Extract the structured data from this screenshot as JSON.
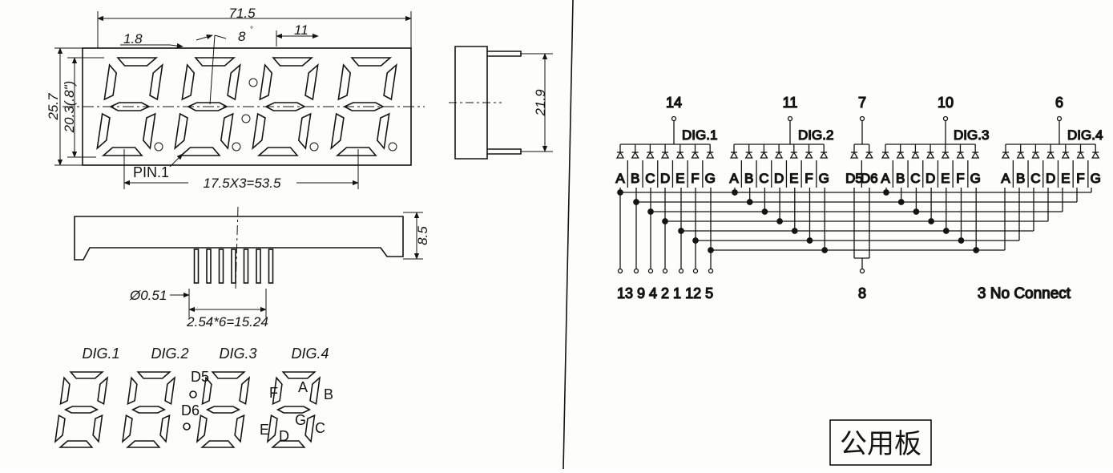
{
  "mech": {
    "total_width": "71.5",
    "seg_width": "1.8",
    "slant": "8",
    "digit_pitch": "11",
    "height_total": "25.7",
    "height_digit": "20.3(.8\")",
    "pin1": "PIN.1",
    "pitch_total": "17.5X3=53.5",
    "side_height": "21.9",
    "body_height": "8.5",
    "pin_dia": "Ø0.51",
    "pin_pitch": "2.54*6=15.24"
  },
  "legend": {
    "digits": [
      "DIG.1",
      "DIG.2",
      "DIG.3",
      "DIG.4"
    ],
    "dp_labels": [
      "D5",
      "D6"
    ],
    "segments": [
      "A",
      "B",
      "C",
      "D",
      "E",
      "F",
      "G"
    ]
  },
  "schematic": {
    "common_pins": [
      {
        "pin": "14",
        "digit": "DIG.1"
      },
      {
        "pin": "11",
        "digit": "DIG.2"
      },
      {
        "pin": "7",
        "digit": ""
      },
      {
        "pin": "10",
        "digit": "DIG.3"
      },
      {
        "pin": "6",
        "digit": "DIG.4"
      }
    ],
    "dig_segments": [
      "A",
      "B",
      "C",
      "D",
      "E",
      "F",
      "G"
    ],
    "colon_segments": [
      "D5",
      "D6"
    ],
    "bottom_pins": [
      "13",
      "9",
      "4",
      "2",
      "1",
      "12",
      "5"
    ],
    "colon_pin": "8",
    "note": "3 No Connect"
  },
  "stamp": "公用板"
}
